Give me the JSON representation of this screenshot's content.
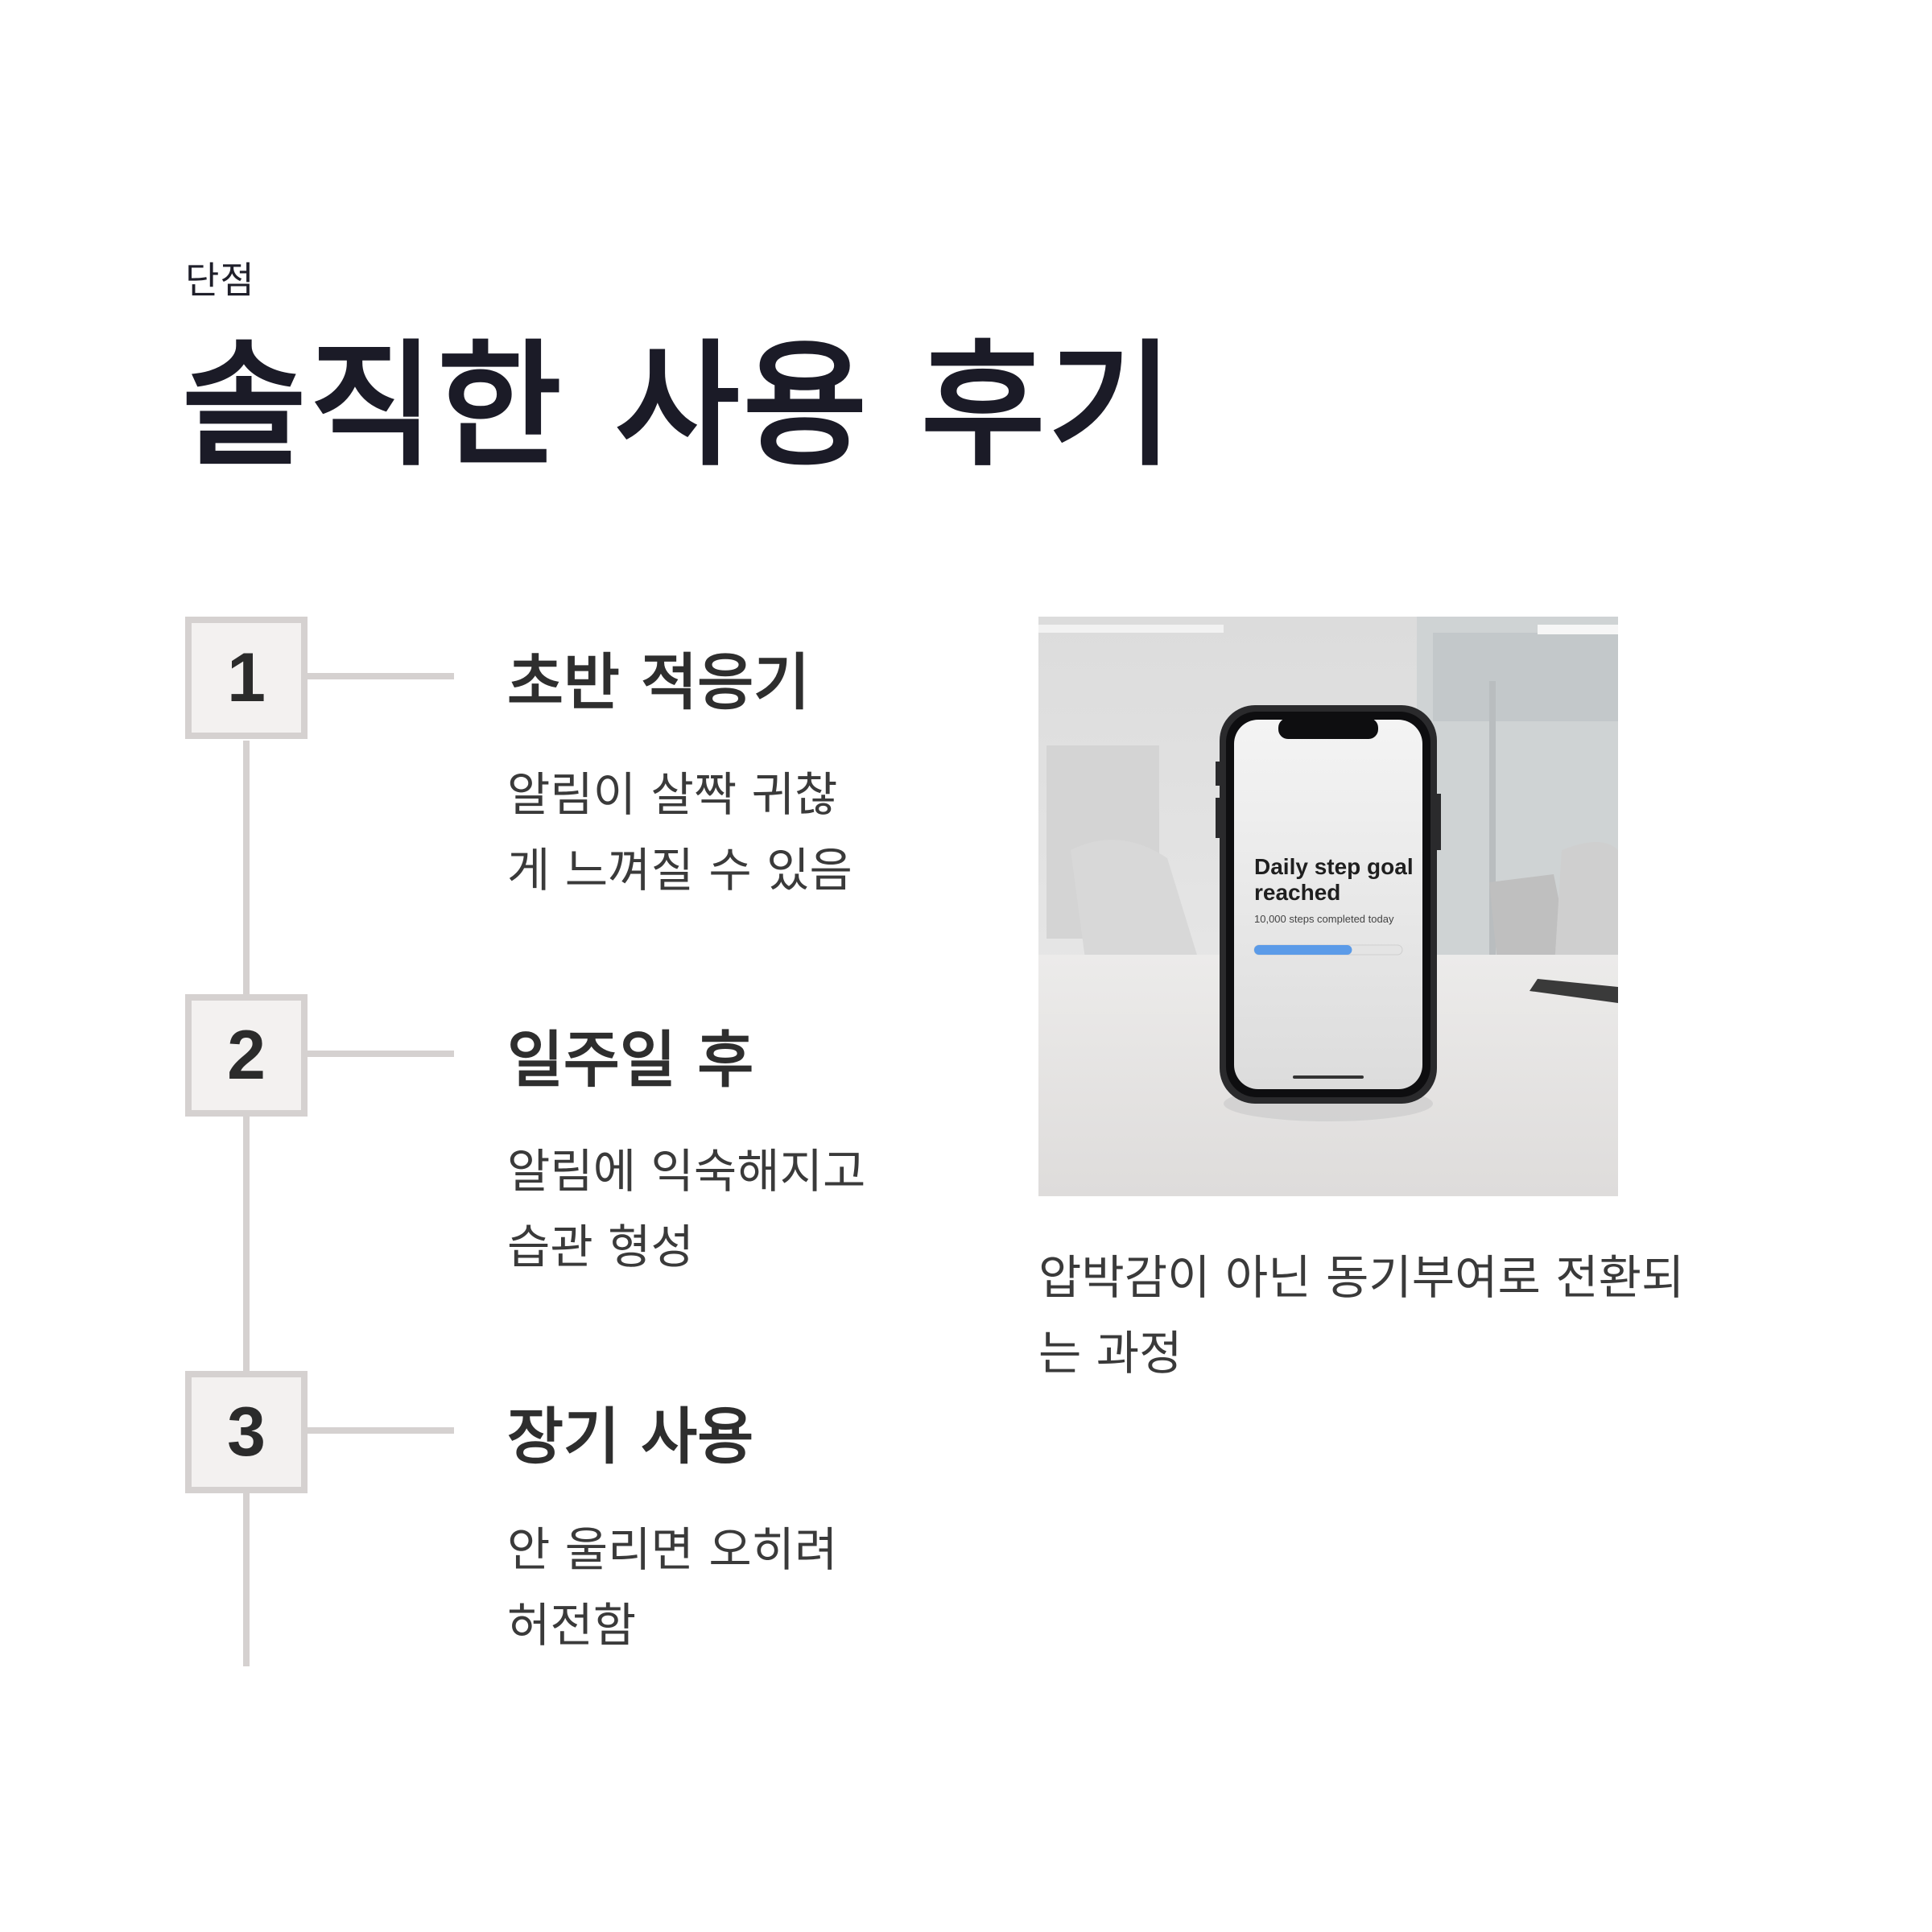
{
  "header": {
    "eyebrow": "단점",
    "title": "솔직한 사용 후기"
  },
  "steps": [
    {
      "number": "1",
      "title": "초반 적응기",
      "desc_line1": "알림이 살짝 귀찮",
      "desc_line2": "게 느껴질 수 있음"
    },
    {
      "number": "2",
      "title": "일주일 후",
      "desc_line1": "알림에 익숙해지고",
      "desc_line2": "습관 형성"
    },
    {
      "number": "3",
      "title": "장기 사용",
      "desc_line1": "안 울리면 오히려",
      "desc_line2": "허전함"
    }
  ],
  "photo": {
    "screen_title_line1": "Daily step goal",
    "screen_title_line2": "reached",
    "screen_subtitle": "10,000 steps completed today",
    "progress_fraction": 0.66,
    "accent_color": "#5b9be8"
  },
  "caption": {
    "line1": "압박감이 아닌 동기부여로 전환되",
    "line2": "는 과정"
  }
}
